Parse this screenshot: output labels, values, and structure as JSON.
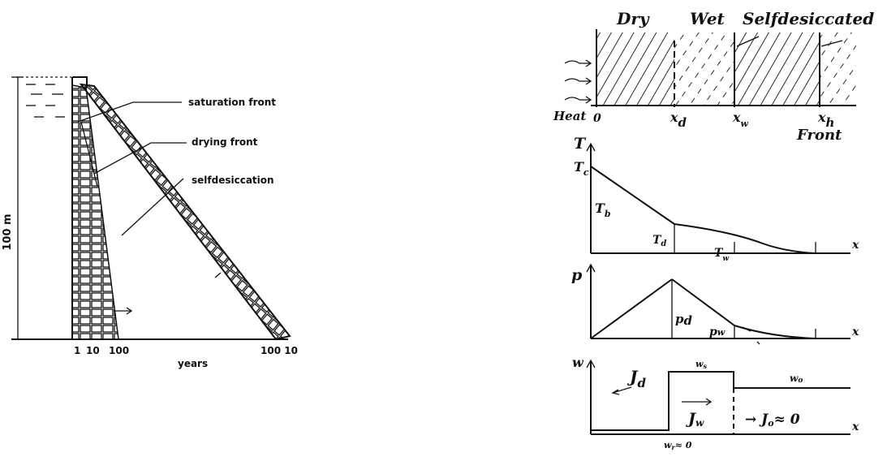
{
  "left_figure": {
    "labels": {
      "saturation_front": "saturation front",
      "drying_front": "drying front",
      "selfdesiccation": "selfdesiccation",
      "height": "100 m",
      "xlabel": "years"
    },
    "ticks_bottom": [
      "1",
      "10",
      "100"
    ],
    "ticks_right": "100 10"
  },
  "right_figure": {
    "zones": {
      "dry": "Dry",
      "wet": "Wet",
      "selfdesiccated": "Selfdesiccated"
    },
    "heat": "Heat",
    "origin": "0",
    "positions": {
      "xd": "x",
      "xd_sub": "d",
      "xw": "x",
      "xw_sub": "w",
      "xh": "x",
      "xh_sub": "h"
    },
    "front": "Front",
    "temperature_plot": {
      "ylabel": "T",
      "Tc": "T",
      "Tc_sub": "c",
      "Tb": "T",
      "Tb_sub": "b",
      "Td": "T",
      "Td_sub": "d",
      "Tw": "T",
      "Tw_sub": "w",
      "xlabel": "x"
    },
    "pressure_plot": {
      "ylabel": "p",
      "pd": "p",
      "pd_sub": "d",
      "pw": "p",
      "pw_sub": "w",
      "xlabel": "x"
    },
    "moisture_plot": {
      "ylabel": "w",
      "ws": "w",
      "ws_sub": "s",
      "w0": "w",
      "w0_sub": "o",
      "Jd": "J",
      "Jd_sub": "d",
      "Jw": "J",
      "Jw_sub": "w",
      "J0": "→ J",
      "J0_sub": "o",
      "J0_tail": "≈ 0",
      "wr": "w",
      "wr_sub": "r",
      "wr_tail": "≈ 0",
      "xlabel": "x"
    }
  }
}
